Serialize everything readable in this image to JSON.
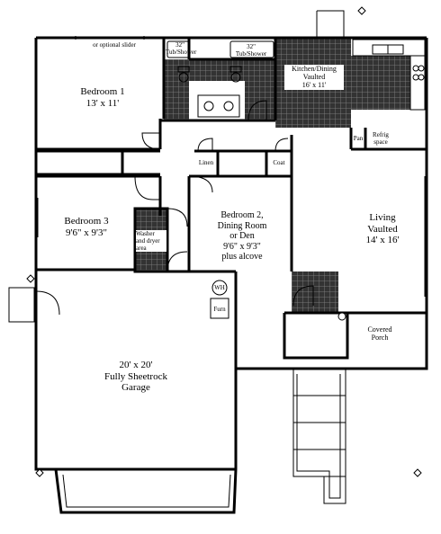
{
  "rooms": {
    "bedroom1": {
      "note": "or optional slider",
      "name": "Bedroom 1",
      "size": "13' x 11'"
    },
    "bedroom2": {
      "line1": "Bedroom 2,",
      "line2": "Dining Room",
      "line3": "or Den",
      "size": "9'6\" x 9'3\"",
      "extra": "plus alcove"
    },
    "bedroom3": {
      "name": "Bedroom 3",
      "size": "9'6\" x 9'3\""
    },
    "kitchen": {
      "line1": "Kitchen/Dining",
      "line2": "Vaulted",
      "size": "16' x 11'"
    },
    "living": {
      "name": "Living",
      "line2": "Vaulted",
      "size": "14' x 16'"
    },
    "garage": {
      "size": "20' x 20'",
      "line2": "Fully Sheetrock",
      "line3": "Garage"
    },
    "porch": {
      "line1": "Covered",
      "line2": "Porch"
    },
    "laundry": {
      "line1": "Washer",
      "line2": "and dryer",
      "line3": "area"
    }
  },
  "fixtures": {
    "tub1": {
      "line1": "32\"",
      "line2": "Tub/Shower"
    },
    "tub2": {
      "line1": "32\"",
      "line2": "Tub/Shower"
    },
    "pan": "Pan",
    "refrig": {
      "line1": "Refrig",
      "line2": "space"
    },
    "linen": "Linen",
    "coat": "Coat",
    "wh": "WH",
    "furn": "Furn"
  },
  "colors": {
    "wall": "#000000",
    "tile": "#3a3a3a",
    "background": "#ffffff"
  }
}
